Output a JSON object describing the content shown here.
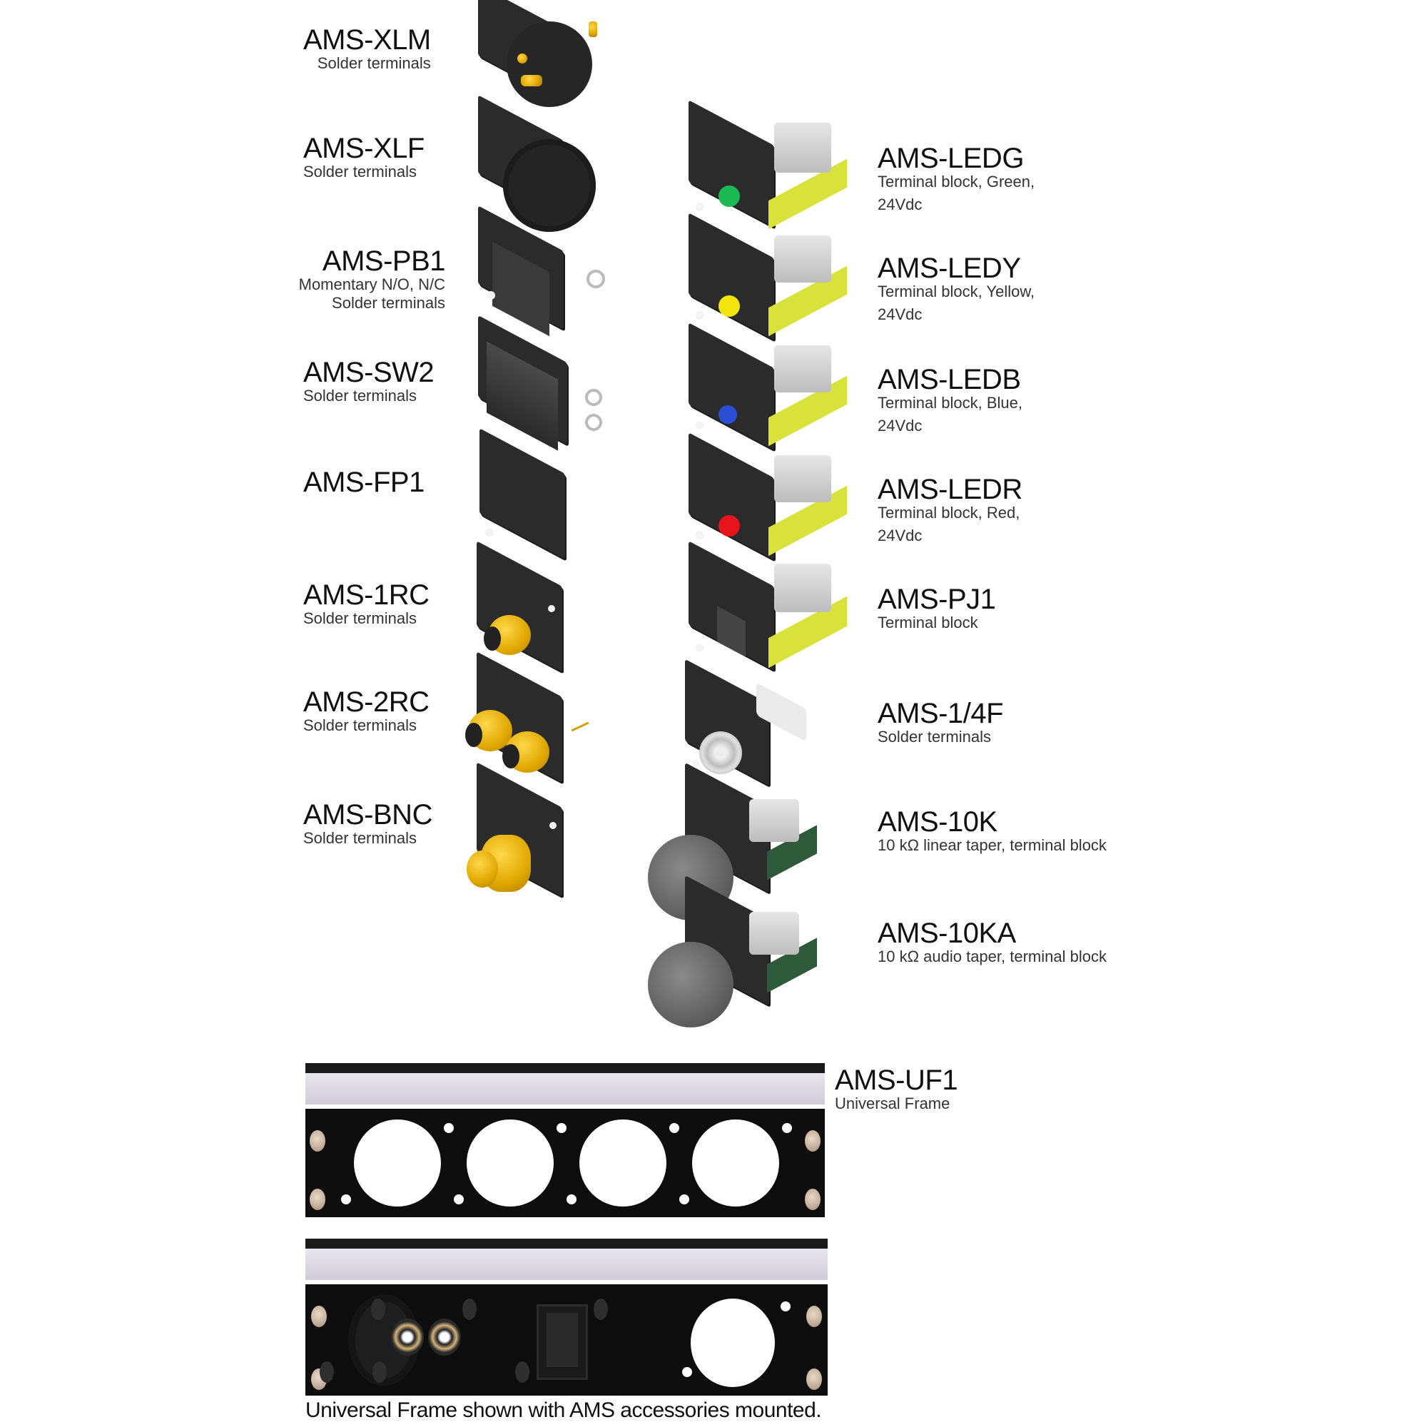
{
  "left_column": [
    {
      "name": "AMS-XLM",
      "desc": [
        "Solder terminals"
      ]
    },
    {
      "name": "AMS-XLF",
      "desc": [
        "Solder terminals"
      ]
    },
    {
      "name": "AMS-PB1",
      "desc": [
        "Momentary N/O, N/C",
        "Solder terminals"
      ]
    },
    {
      "name": "AMS-SW2",
      "desc": [
        "Solder terminals"
      ]
    },
    {
      "name": "AMS-FP1",
      "desc": []
    },
    {
      "name": "AMS-1RC",
      "desc": [
        "Solder terminals"
      ]
    },
    {
      "name": "AMS-2RC",
      "desc": [
        "Solder terminals"
      ]
    },
    {
      "name": "AMS-BNC",
      "desc": [
        "Solder terminals"
      ]
    }
  ],
  "right_column": [
    {
      "name": "AMS-LEDG",
      "desc": [
        "Terminal block, Green,",
        "24Vdc"
      ],
      "led_color": "#1db954"
    },
    {
      "name": "AMS-LEDY",
      "desc": [
        "Terminal block, Yellow,",
        "24Vdc"
      ],
      "led_color": "#f2e40c"
    },
    {
      "name": "AMS-LEDB",
      "desc": [
        "Terminal block, Blue,",
        "24Vdc"
      ],
      "led_color": "#2a4fd6"
    },
    {
      "name": "AMS-LEDR",
      "desc": [
        "Terminal block, Red,",
        "24Vdc"
      ],
      "led_color": "#e8141c"
    },
    {
      "name": "AMS-PJ1",
      "desc": [
        "Terminal block"
      ]
    },
    {
      "name": "AMS-1/4F",
      "desc": [
        "Solder terminals"
      ]
    },
    {
      "name": "AMS-10K",
      "desc": [
        "10 kΩ linear taper, terminal block"
      ]
    },
    {
      "name": "AMS-10KA",
      "desc": [
        "10 kΩ audio taper, terminal block"
      ]
    }
  ],
  "frame": {
    "name": "AMS-UF1",
    "desc": "Universal Frame"
  },
  "caption": "Universal Frame shown with AMS accessories mounted.",
  "colors": {
    "plate": "#2b2b2b",
    "gold": "#e0a800",
    "pcb_yellow": "#d8e23a",
    "terminal_block": "#cfcfcf",
    "frame_black": "#0d0d0d"
  }
}
